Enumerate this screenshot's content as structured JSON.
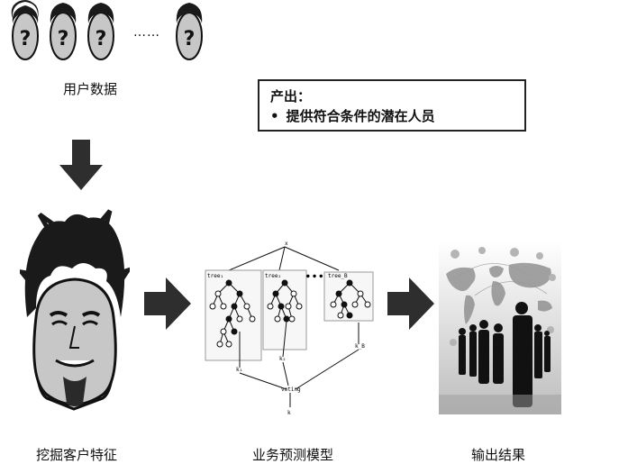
{
  "users": {
    "label": "用户数据",
    "ellipsis": "……",
    "face_mark": "?"
  },
  "output_box": {
    "title": "产出：",
    "items": [
      "提供符合条件的潜在人员"
    ]
  },
  "steps": [
    {
      "label": "挖掘客户特征"
    },
    {
      "label": "业务预测模型"
    },
    {
      "label": "输出结果"
    }
  ],
  "model": {
    "root": "x",
    "tree_tags": [
      "tree₁",
      "tree₂",
      "tree_B"
    ],
    "leaf_tags": [
      "k₁",
      "k₂",
      "k_B"
    ],
    "dots": "● ● ●",
    "vote": "voting",
    "result": "k"
  },
  "colors": {
    "arrow": "#2e2e2e",
    "hair": "#1a1a1a",
    "skin": "#c7c7c7",
    "node": "#111111"
  }
}
